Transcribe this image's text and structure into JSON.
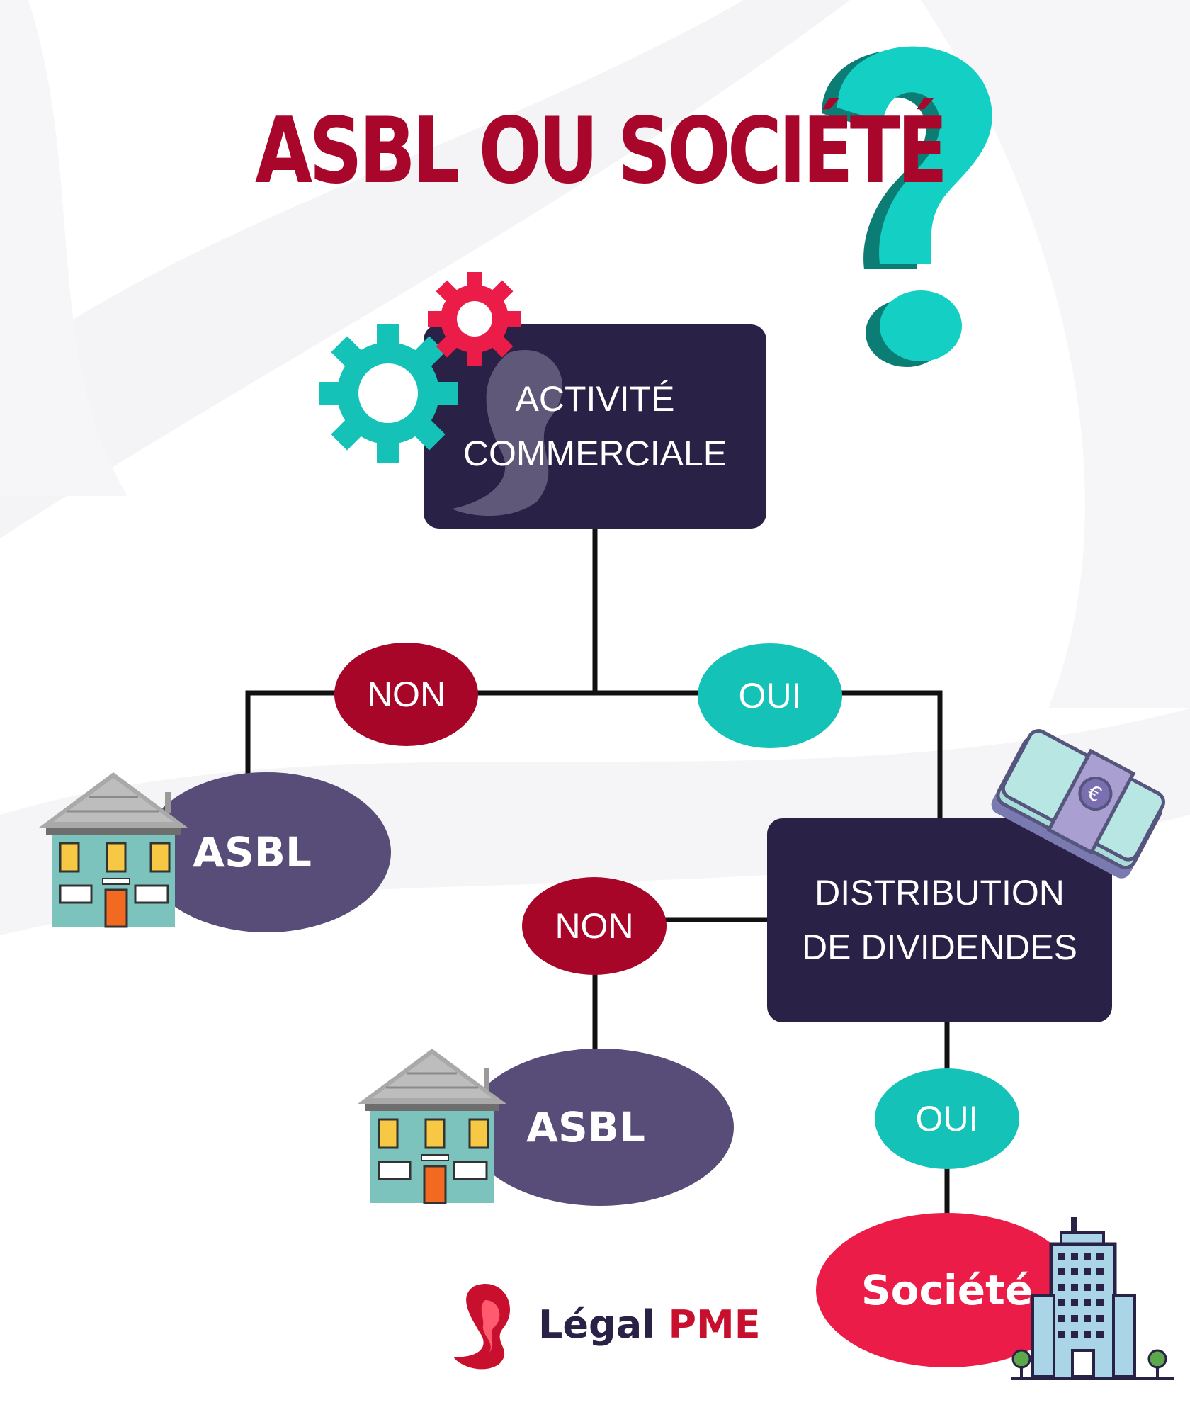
{
  "title": "ASBL OU SOCIÉTÉ",
  "colors": {
    "title": "#a8062a",
    "box": "#2a2147",
    "non": "#a80628",
    "oui": "#14c2b8",
    "asbl_oval": "#584c78",
    "societe_oval": "#ec1c48",
    "line": "#111111",
    "question_mark": "#13cfc4",
    "question_shadow": "#0c7d74",
    "logo_dark": "#2a2147",
    "logo_red": "#c8102e"
  },
  "nodes": {
    "activite": {
      "line1": "ACTIVITÉ",
      "line2": "COMMERCIALE"
    },
    "non_1": "NON",
    "oui_1": "OUI",
    "asbl_1": "ASBL",
    "distribution": {
      "line1": "DISTRIBUTION",
      "line2": "DE DIVIDENDES"
    },
    "non_2": "NON",
    "asbl_2": "ASBL",
    "oui_2": "OUI",
    "societe": "Société"
  },
  "logo": {
    "part1": "Légal",
    "part2": "PME"
  },
  "icons": [
    "question-mark-icon",
    "gears-icon",
    "money-stack-icon",
    "house-icon",
    "office-building-icon",
    "logo-swan-icon"
  ]
}
